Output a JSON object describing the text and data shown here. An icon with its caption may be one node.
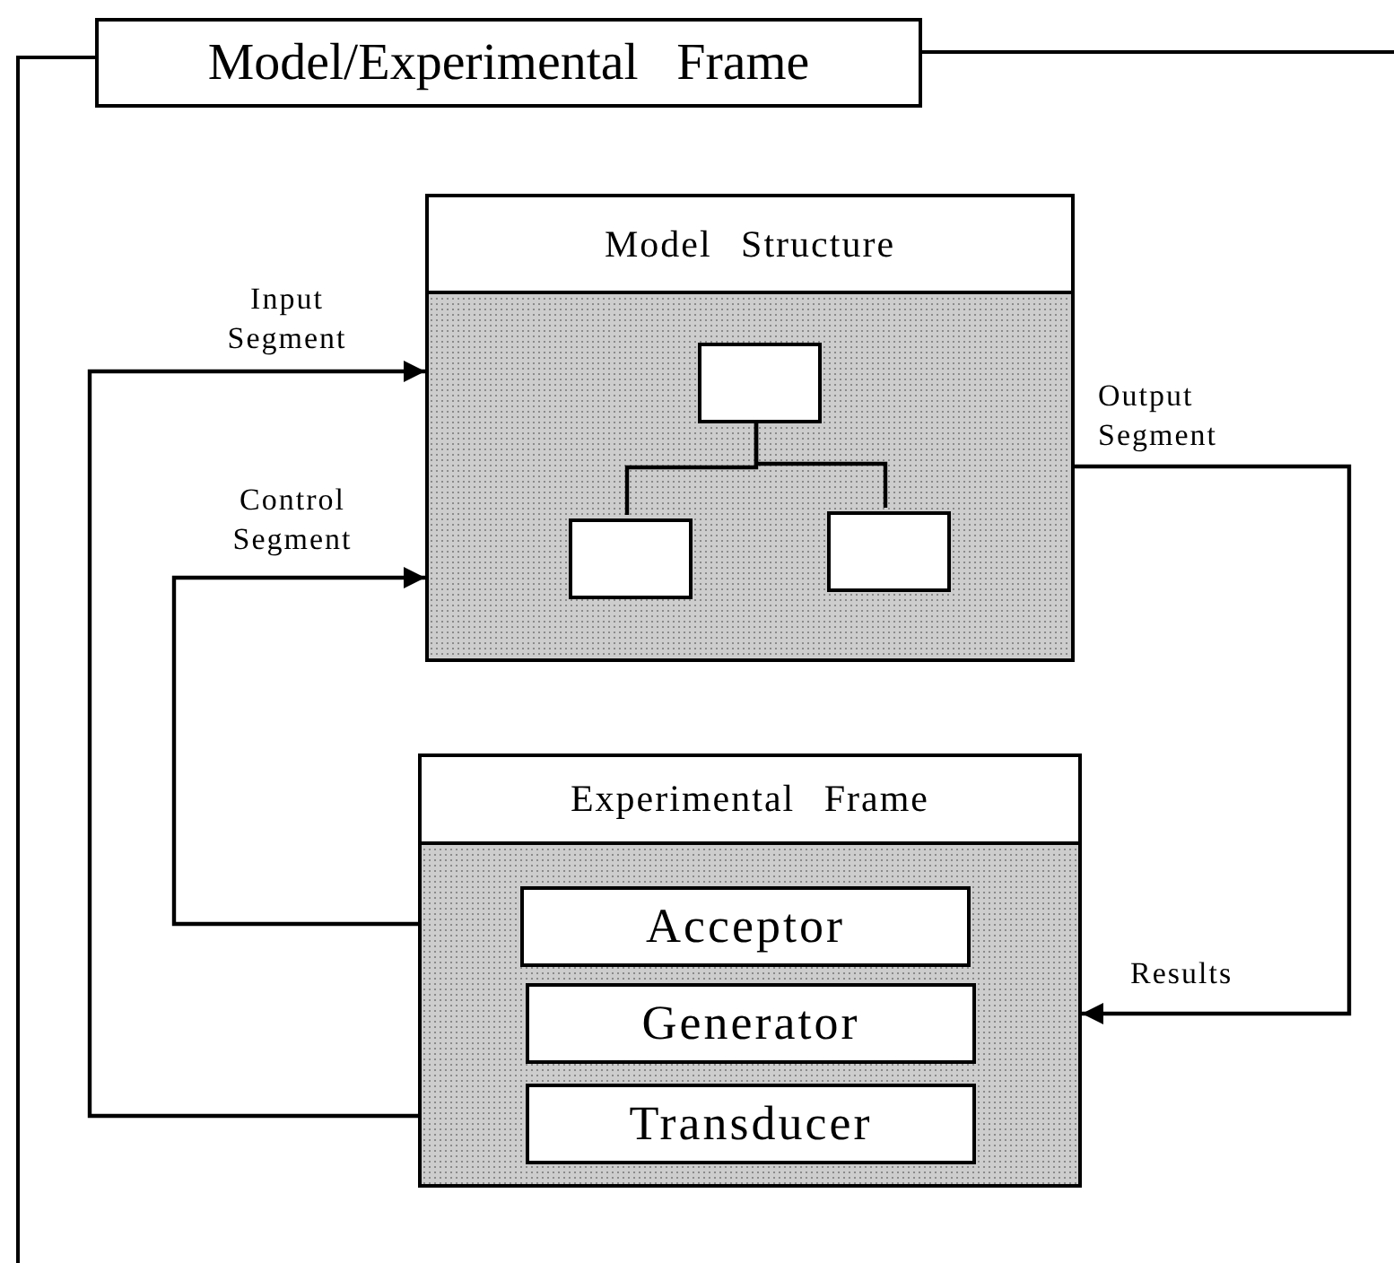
{
  "diagram": {
    "nodes": [
      {
        "text": [
          "Model/Experimental Frame"
        ]
      },
      {
        "text": [
          "Model Structure"
        ],
        "in": 0
      },
      {
        "text": [],
        "shape": "box",
        "in": 1
      },
      {
        "text": [],
        "shape": "box",
        "in": 1
      },
      {
        "text": [],
        "shape": "box",
        "in": 1
      },
      {
        "text": [
          "Experimental Frame"
        ],
        "in": 0
      },
      {
        "text": [
          "Acceptor"
        ],
        "in": 5
      },
      {
        "text": [
          "Generator"
        ],
        "in": 5
      },
      {
        "text": [
          "Transducer"
        ],
        "in": 5
      }
    ],
    "edges": [
      {
        "from": 2,
        "to": 3,
        "arrow": "none"
      },
      {
        "from": 2,
        "to": 4,
        "arrow": "none"
      },
      {
        "from": 5,
        "to": 1,
        "arrow": "to",
        "label": "Input Segment"
      },
      {
        "from": 5,
        "to": 1,
        "arrow": "to",
        "label": "Control Segment"
      },
      {
        "from": 1,
        "to": 5,
        "arrow": "to",
        "label": "Output Segment"
      }
    ],
    "labels": [
      "Results"
    ]
  }
}
